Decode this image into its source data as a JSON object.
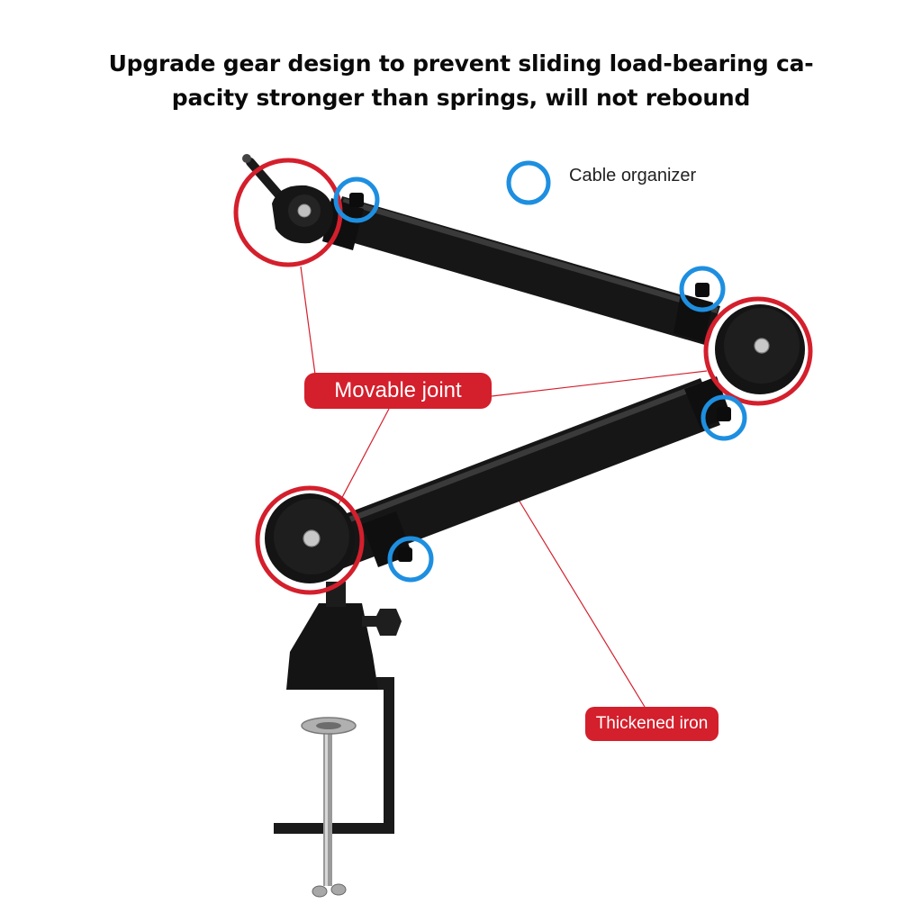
{
  "headline": {
    "line1": "Upgrade gear design to prevent sliding load-bearing ca-",
    "line2": "pacity stronger than springs, will not rebound"
  },
  "legend": {
    "label": "Cable organizer",
    "marker_icon": "blue-circle-icon"
  },
  "callouts": {
    "movable_joint": "Movable joint",
    "thickened_iron": "Thickened iron"
  },
  "colors": {
    "accent_red": "#d41f2c",
    "accent_blue": "#1e8fe0",
    "arm_black": "#161616",
    "text_dark": "#0a0a0a"
  }
}
